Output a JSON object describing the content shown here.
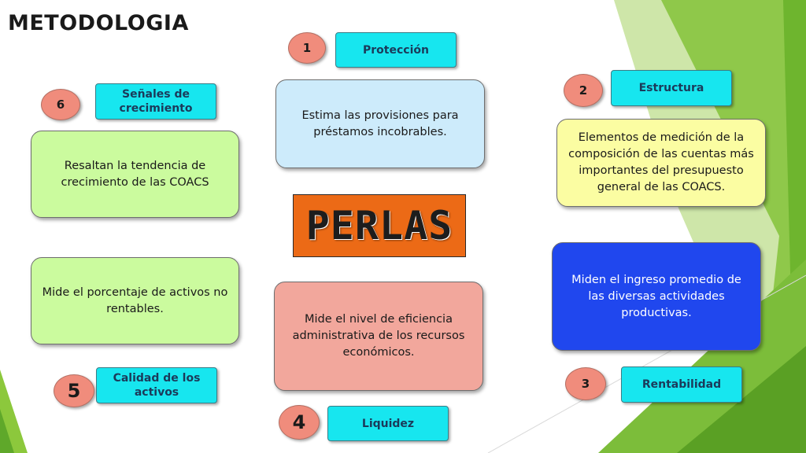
{
  "title": "METODOLOGIA",
  "center_label": "PERLAS",
  "colors": {
    "tag": "#17e6ef",
    "number_circle": "#f08c7c",
    "center": "#ec6a16",
    "green_box": "#cbfb9e",
    "blue_box": "#cdebfb",
    "yellow_box": "#fbfda2",
    "salmon_box": "#f2a79c",
    "royal_box": "#2047ee"
  },
  "items": [
    {
      "number": "1",
      "label": "Protección",
      "description": "Estima las provisiones para préstamos incobrables."
    },
    {
      "number": "2",
      "label": "Estructura",
      "description": "Elementos de medición de la composición de las cuentas más importantes del presupuesto general de las COACS."
    },
    {
      "number": "3",
      "label": "Rentabilidad",
      "description": "Miden el ingreso promedio de las diversas actividades productivas."
    },
    {
      "number": "4",
      "label": "Liquidez",
      "description": "Mide el nivel de eficiencia administrativa de los recursos económicos."
    },
    {
      "number": "5",
      "label": "Calidad de los activos",
      "description": "Mide el porcentaje de activos no rentables."
    },
    {
      "number": "6",
      "label": "Señales de crecimiento",
      "description": "Resaltan la tendencia de crecimiento de las COACS"
    }
  ]
}
